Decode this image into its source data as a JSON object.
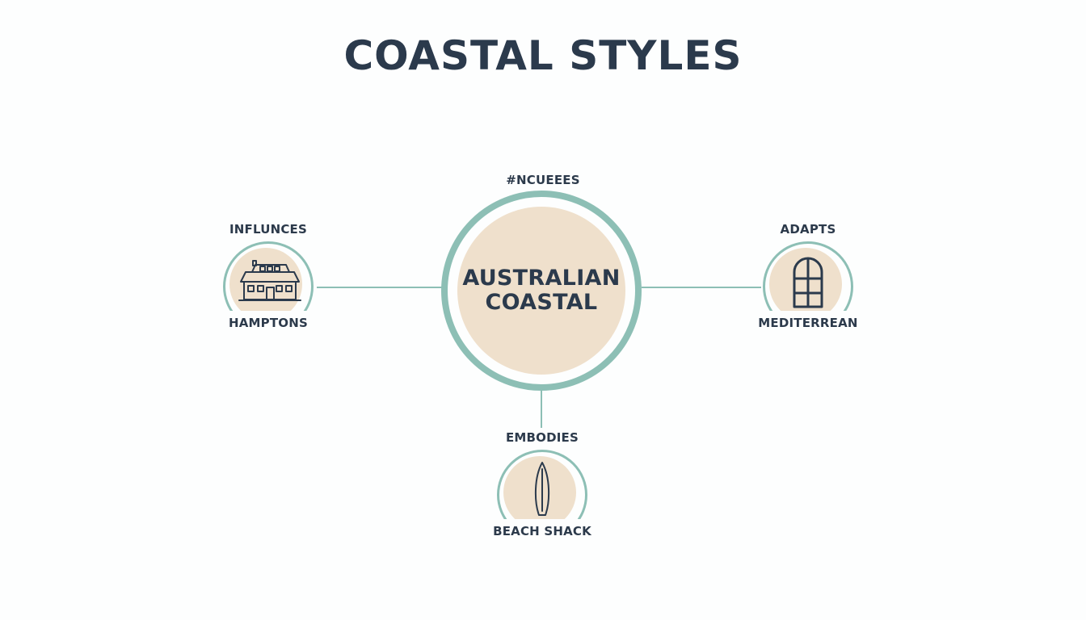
{
  "title": "COASTAL STYLES",
  "center": {
    "label_above": "#NCUEEES",
    "line1": "AUSTRALIAN",
    "line2": "COASTAL"
  },
  "satellites": {
    "left": {
      "relation": "INFLUNCES",
      "name": "HAMPTONS",
      "icon": "house-icon"
    },
    "right": {
      "relation": "ADAPTS",
      "name": "MEDITERREAN",
      "icon": "arched-window-icon"
    },
    "bottom": {
      "relation": "EMBODIES",
      "name": "BEACH SHACK",
      "icon": "surfboard-icon"
    }
  },
  "colors": {
    "ring": "#8dbfb5",
    "fill": "#efe0cc",
    "text": "#2b3a4c",
    "background": "#fdfefe"
  }
}
